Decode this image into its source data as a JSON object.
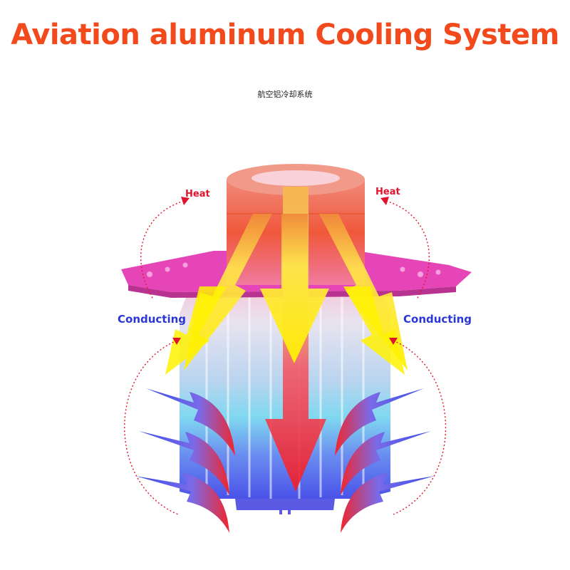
{
  "title": "Aviation aluminum Cooling System",
  "subtitle": "航空铝冷却系统",
  "labels": {
    "heat_left": "Heat",
    "heat_right": "Heat",
    "conducting_left": "Conducting",
    "conducting_right": "Conducting"
  },
  "colors": {
    "title": "#f24a1c",
    "heat": "#e0142c",
    "conducting": "#2a36d6",
    "flange": "#e645b8",
    "arrow_yellow": "#ffe600",
    "arrow_blue": "#3c4ee6",
    "arrow_red": "#f0262c"
  }
}
